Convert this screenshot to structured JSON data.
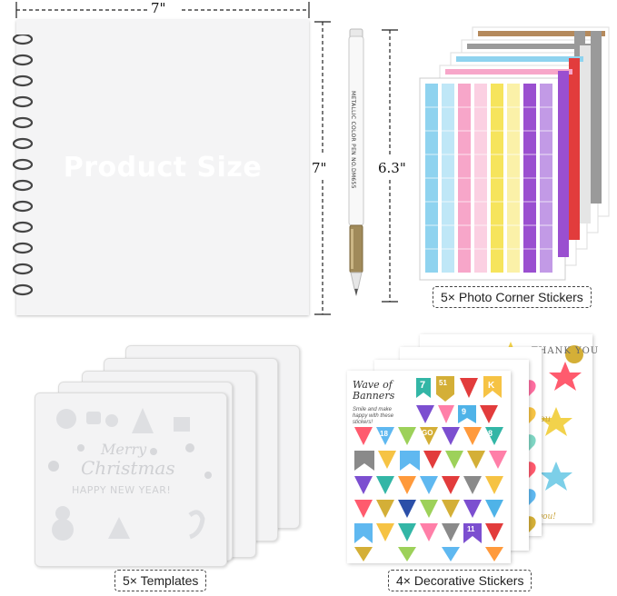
{
  "dimensions": {
    "album_width": "7\"",
    "album_height": "7\"",
    "pen_length": "6.3\""
  },
  "album": {
    "title": "Product Size"
  },
  "pen": {
    "text": "METALLIC COLOR PEN NO.DM655"
  },
  "captions": {
    "photo_corners": "5× Photo Corner Stickers",
    "templates": "5× Templates",
    "decorative": "4× Decorative Stickers"
  },
  "templates": {
    "line1": "Merry",
    "line2": "Christmas",
    "line3": "HAPPY NEW YEAR!"
  },
  "stickers": {
    "title_line1": "Wave of",
    "title_line2": "Banners",
    "subtitle": "Smile and make happy with these stickers!",
    "thanks": "THANK YOU",
    "numbers": [
      "7",
      "51",
      "K",
      "9",
      "18",
      "GO",
      "8",
      "11"
    ],
    "you1": "you",
    "you2": "you!"
  },
  "colors": {
    "corner_strips": [
      "#8fd3ef",
      "#f7a6c9",
      "#f6e45c",
      "#9a4fd0",
      "#e23c3c",
      "#ffffff",
      "#9a9a9a",
      "#b58a5c"
    ]
  },
  "icons": [
    "spiral-binding-icon",
    "snowman-icon",
    "santa-icon",
    "star-sticker-icon",
    "heart-sticker-icon"
  ]
}
